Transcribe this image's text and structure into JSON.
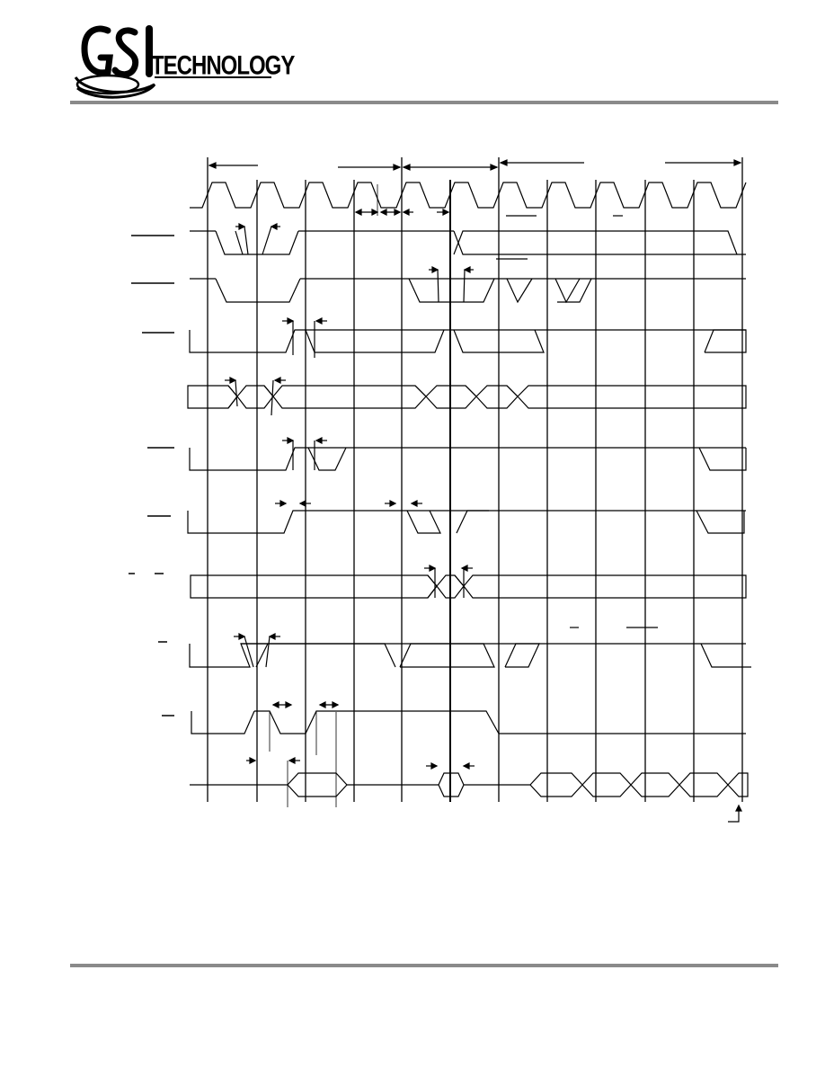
{
  "header": {
    "logo_text": "TECHNOLOGY",
    "logo_mark": "GSI",
    "rule_color": "#8a8a8a"
  },
  "diagram": {
    "type": "timing-diagram",
    "signal_rows": 11,
    "clock_cycles": 11,
    "line_color": "#000000"
  }
}
